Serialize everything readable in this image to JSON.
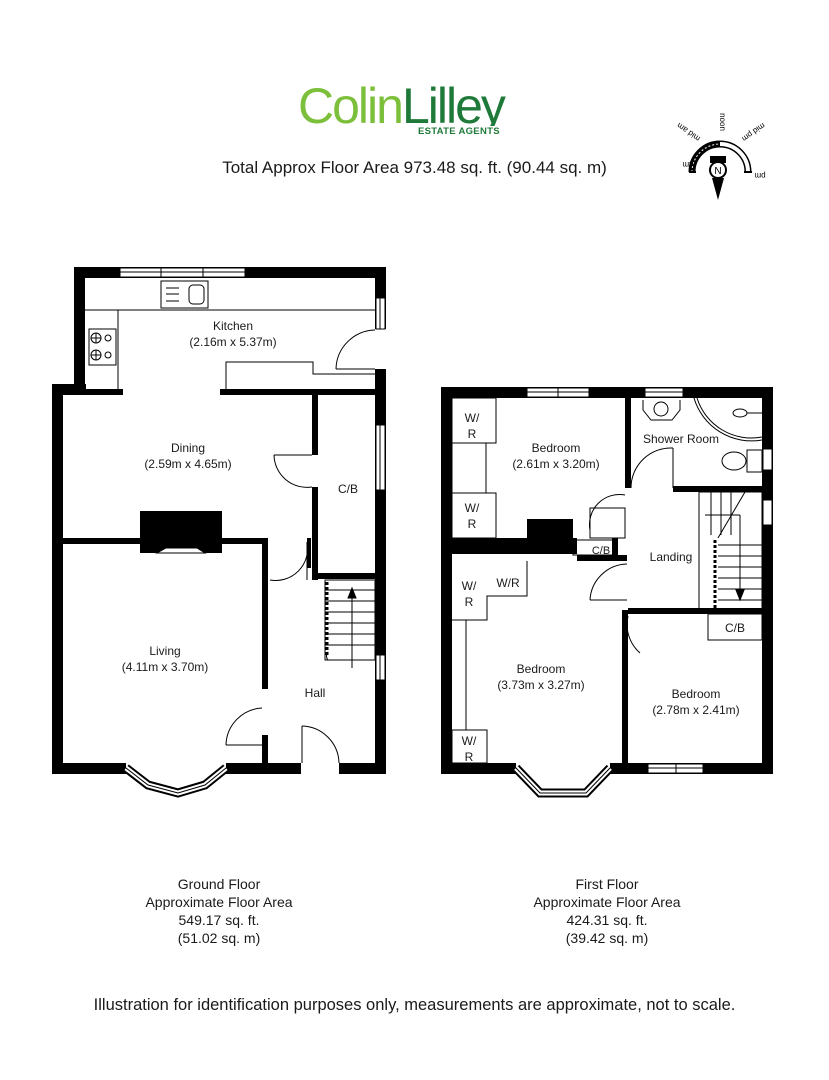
{
  "header": {
    "logo": {
      "name_part1": "Colin",
      "name_part2": "Lilley",
      "tagline": "ESTATE AGENTS"
    },
    "total_area": "Total Approx Floor Area 973.48 sq. ft. (90.44 sq. m)"
  },
  "compass": {
    "labels": {
      "am": "am",
      "mid_am": "mid am",
      "noon": "noon",
      "mid_pm": "mid pm",
      "pm": "pm",
      "north": "N"
    }
  },
  "ground_floor": {
    "rooms": [
      {
        "name": "Kitchen",
        "dims": "(2.16m x 5.37m)"
      },
      {
        "name": "Dining",
        "dims": "(2.59m x 4.65m)"
      },
      {
        "name": "C/B",
        "dims": ""
      },
      {
        "name": "Living",
        "dims": "(4.11m x 3.70m)"
      },
      {
        "name": "Hall",
        "dims": ""
      }
    ],
    "caption": {
      "title": "Ground Floor",
      "subtitle": "Approximate Floor Area",
      "sqft": "549.17 sq. ft.",
      "sqm": "(51.02 sq. m)"
    }
  },
  "first_floor": {
    "rooms": [
      {
        "name": "Bedroom",
        "dims": "(2.61m x 3.20m)"
      },
      {
        "name": "Shower Room",
        "dims": ""
      },
      {
        "name": "Landing",
        "dims": ""
      },
      {
        "name": "Bedroom",
        "dims": "(3.73m x 3.27m)"
      },
      {
        "name": "Bedroom",
        "dims": "(2.78m x 2.41m)"
      }
    ],
    "storage_labels": {
      "wr_top_1": "W/",
      "wr_top_2": "R",
      "wr_mid_1": "W/",
      "wr_mid_2": "R",
      "wr_left_1": "W/",
      "wr_left_2": "R",
      "wr_inline": "W/R",
      "wr_bottom_1": "W/",
      "wr_bottom_2": "R",
      "cb_upper": "C/B",
      "cb_lower": "C/B"
    },
    "caption": {
      "title": "First Floor",
      "subtitle": "Approximate Floor Area",
      "sqft": "424.31 sq. ft.",
      "sqm": "(39.42 sq. m)"
    }
  },
  "footer": {
    "disclaimer": "Illustration for identification purposes only, measurements are approximate, not to scale."
  },
  "colors": {
    "logo_light_green": "#7cbf3a",
    "logo_dark_green": "#1f7a3a",
    "wall": "#000000"
  }
}
